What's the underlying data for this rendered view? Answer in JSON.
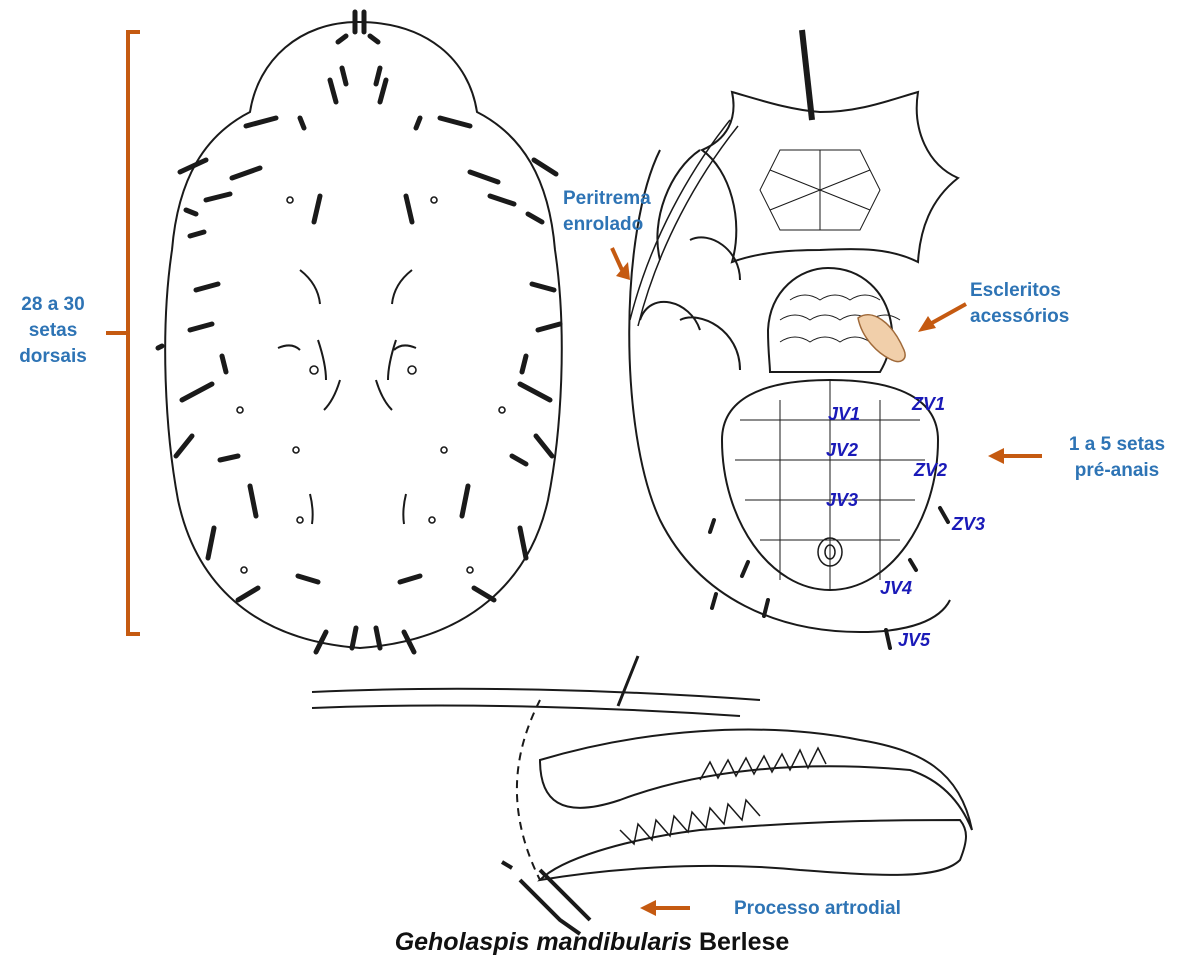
{
  "labels": {
    "dorsal_setae": [
      "28 a 30",
      "setas",
      "dorsais"
    ],
    "peritreme": [
      "Peritrema",
      "enrolado"
    ],
    "sclerites": [
      "Escleritos",
      "acessórios"
    ],
    "preanal_setae": [
      "1 a 5 setas",
      "pré-anais"
    ],
    "arthrodial": "Processo artrodial"
  },
  "setae_codes": [
    "JV1",
    "ZV1",
    "JV2",
    "ZV2",
    "JV3",
    "ZV3",
    "JV4",
    "JV5"
  ],
  "caption": {
    "species": "Geholaspis mandibularis",
    "author": "Berlese"
  },
  "colors": {
    "label": "#2e74b5",
    "arrow": "#c55a11",
    "setae_code": "#1a1ab8",
    "ink": "#1a1a1a"
  }
}
